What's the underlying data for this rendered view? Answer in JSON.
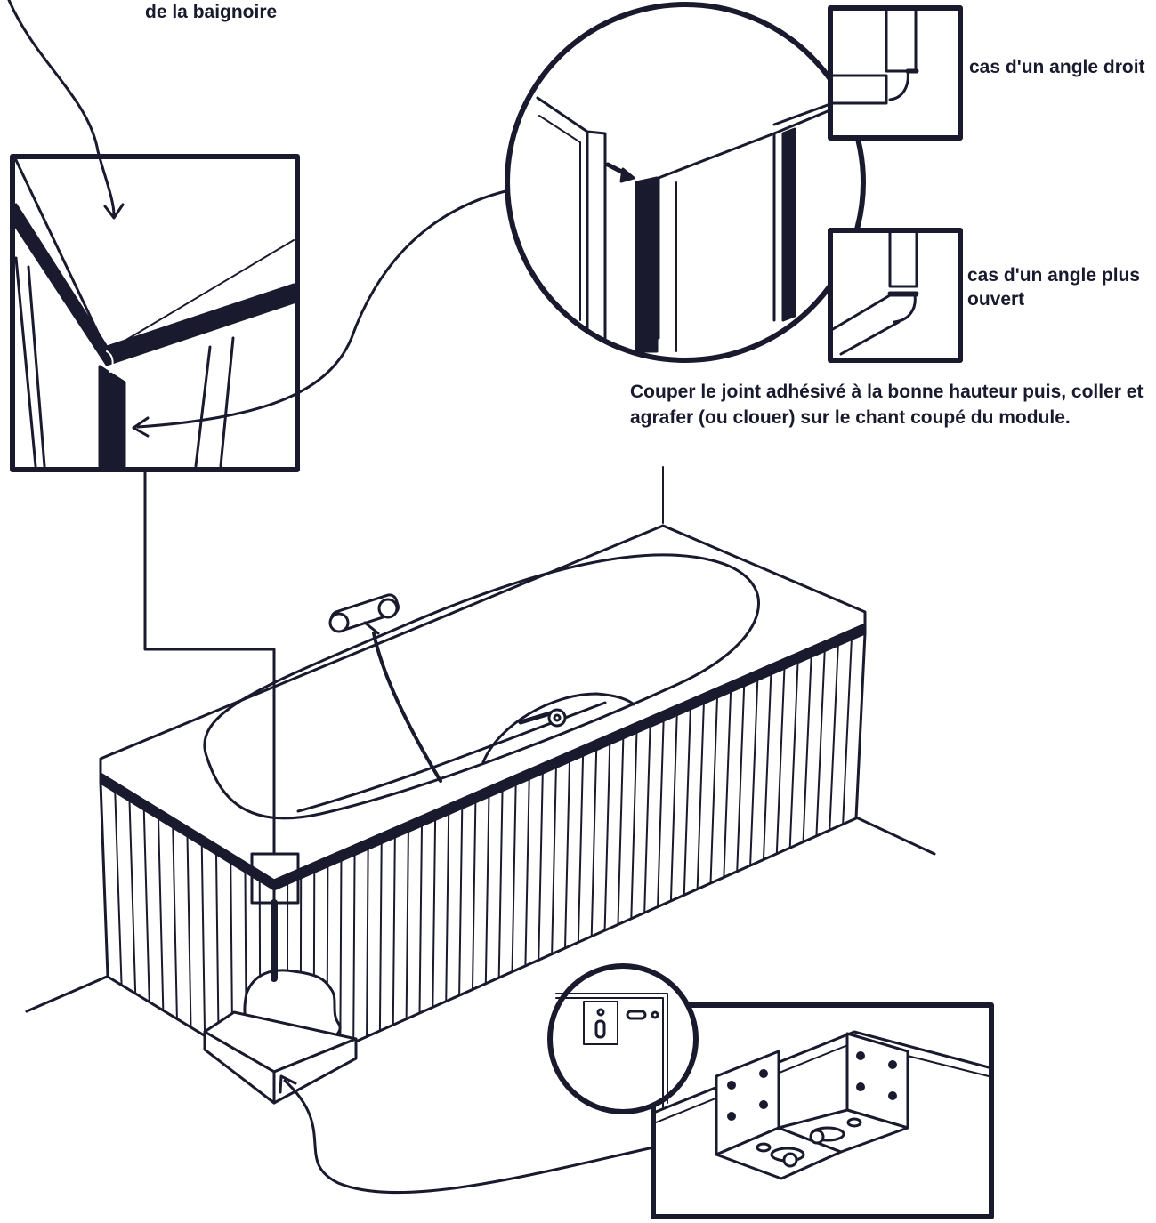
{
  "labels": {
    "top_note": "de la baignoire",
    "angle_droit": "cas d'un angle droit",
    "angle_ouvert": "cas d'un angle plus ouvert",
    "instruction": "Couper le joint adhésivé à la bonne hauteur puis, coller et agrafer (ou clouer) sur le chant coupé du module."
  },
  "colors": {
    "ink": "#1a1a2e",
    "background": "#ffffff"
  }
}
